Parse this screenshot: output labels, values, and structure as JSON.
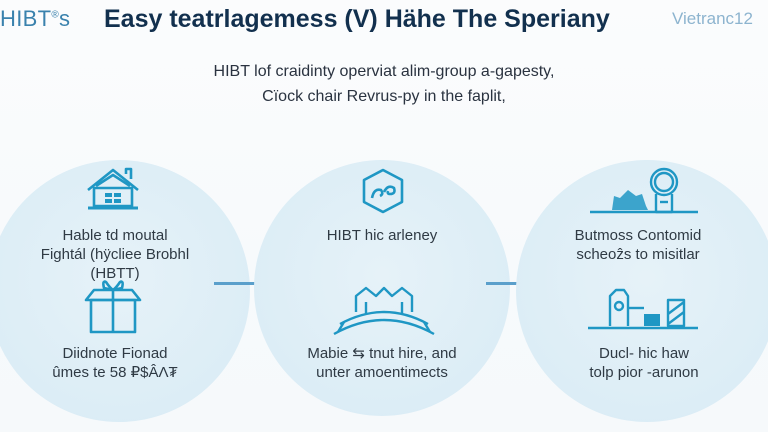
{
  "header": {
    "brand": "HIBT",
    "brand_suffix": "s",
    "title": "Easy teatrlagemess (V) Hähe The Speriany",
    "badge": "Vietranc12"
  },
  "subtitle": {
    "line1": "HIBT lof craidinty operviat alim-group a-gapesty,",
    "line2": "Cïock chair Revrus-py in the faplit,"
  },
  "steps": [
    {
      "top": {
        "icon": "house-icon",
        "lines": [
          "Hable td moutal",
          "Fightál (hÿcliee Brobhl",
          "(HBTT)"
        ]
      },
      "bottom": {
        "icon": "gift-box-icon",
        "lines": [
          "Diidnote Fionad",
          "ûmes te 58 ₽$ÂΛ₮"
        ]
      }
    },
    {
      "top": {
        "icon": "hexagon-link-icon",
        "lines": [
          "HIBT hic arleney"
        ]
      },
      "bottom": {
        "icon": "bridge-houses-icon",
        "lines": [
          "Mabie ⇆ tnut hire, and",
          "unter amoentimects"
        ]
      }
    },
    {
      "top": {
        "icon": "award-badge-icon",
        "lines": [
          "Butmoss Contomid",
          "scheoẑs to misitlar"
        ]
      },
      "bottom": {
        "icon": "factory-icon",
        "lines": [
          "Ducl- hic haw",
          "tolp pior -arunon"
        ]
      }
    }
  ],
  "colors": {
    "title": "#12304e",
    "brand": "#3a82ad",
    "badge": "#8db4cf",
    "circle": "#dcedf6",
    "icon": "#1f97c4",
    "arrow": "#5a9fcb",
    "text": "#2f3a44"
  }
}
